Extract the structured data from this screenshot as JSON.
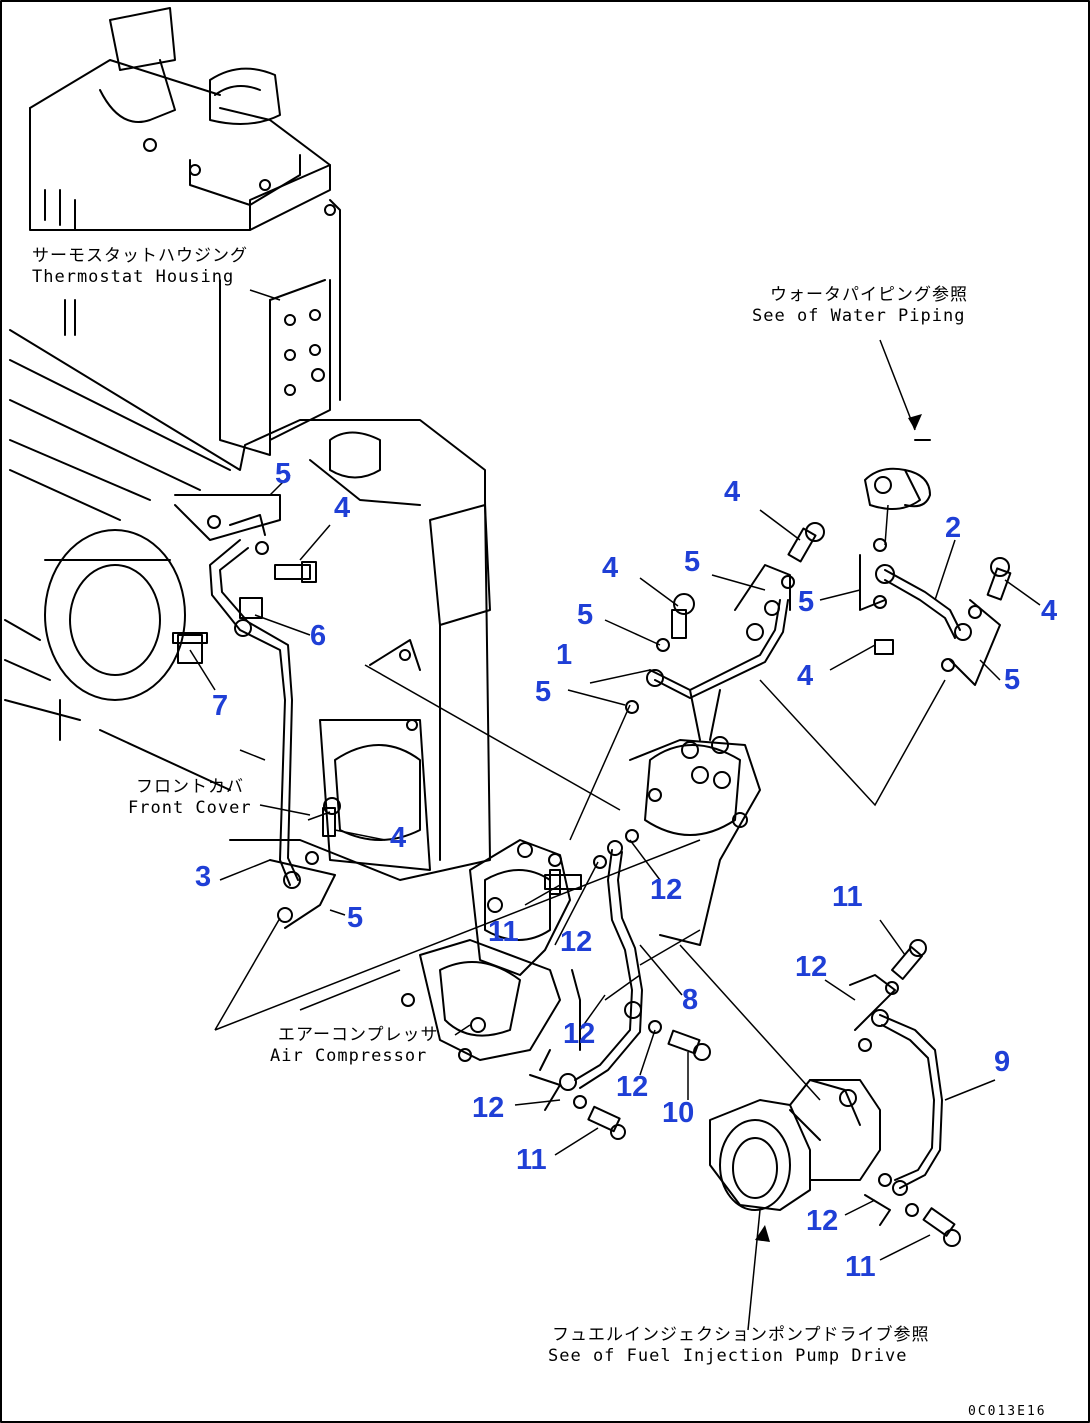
{
  "diagram": {
    "drawing_code": "0C013E16",
    "colors": {
      "callout": "#1f3fd6",
      "line": "#000000",
      "background": "#ffffff"
    },
    "labels": {
      "thermostat": {
        "jp": "サーモスタットハウジング",
        "en": "Thermostat Housing"
      },
      "water": {
        "jp": "ウォータパイピング参照",
        "en": "See of Water Piping"
      },
      "front_cover": {
        "jp": "フロントカバ",
        "en": "Front Cover"
      },
      "air_compressor": {
        "jp": "エアーコンプレッサ",
        "en": "Air Compressor"
      },
      "fuel_pump": {
        "jp": "フュエルインジェクションポンプドライブ参照",
        "en": "See of Fuel Injection Pump Drive"
      }
    },
    "callouts": [
      "5",
      "4",
      "6",
      "7",
      "3",
      "4",
      "5",
      "4",
      "5",
      "4",
      "5",
      "1",
      "5",
      "2",
      "5",
      "4",
      "4",
      "5",
      "11",
      "12",
      "12",
      "12",
      "12",
      "8",
      "10",
      "12",
      "11",
      "11",
      "12",
      "9",
      "12",
      "11"
    ]
  }
}
